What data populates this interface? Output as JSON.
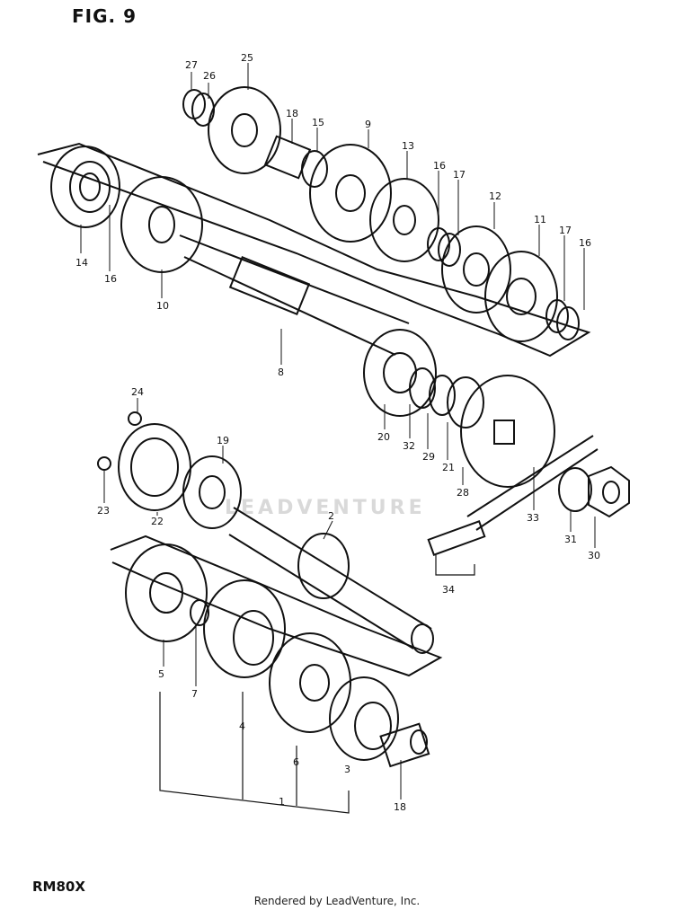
{
  "figure_title": "FIG. 9",
  "model_code": "RM80X",
  "credit": "Rendered by LeadVenture, Inc.",
  "watermark": "LEADVENTURE",
  "colors": {
    "line": "#111111",
    "background": "#ffffff",
    "watermark": "#d9d9d9"
  },
  "callouts": {
    "c1": "1",
    "c2": "2",
    "c3": "3",
    "c4": "4",
    "c5": "5",
    "c6": "6",
    "c7": "7",
    "c8": "8",
    "c9": "9",
    "c10": "10",
    "c11": "11",
    "c12": "12",
    "c13": "13",
    "c14": "14",
    "c15": "15",
    "c16a": "16",
    "c16b": "16",
    "c16c": "16",
    "c17a": "17",
    "c17b": "17",
    "c18a": "18",
    "c18b": "18",
    "c19": "19",
    "c20": "20",
    "c21": "21",
    "c22": "22",
    "c23": "23",
    "c24": "24",
    "c25": "25",
    "c26": "26",
    "c27": "27",
    "c28": "28",
    "c29": "29",
    "c30": "30",
    "c31": "31",
    "c32": "32",
    "c33": "33",
    "c34": "34"
  }
}
